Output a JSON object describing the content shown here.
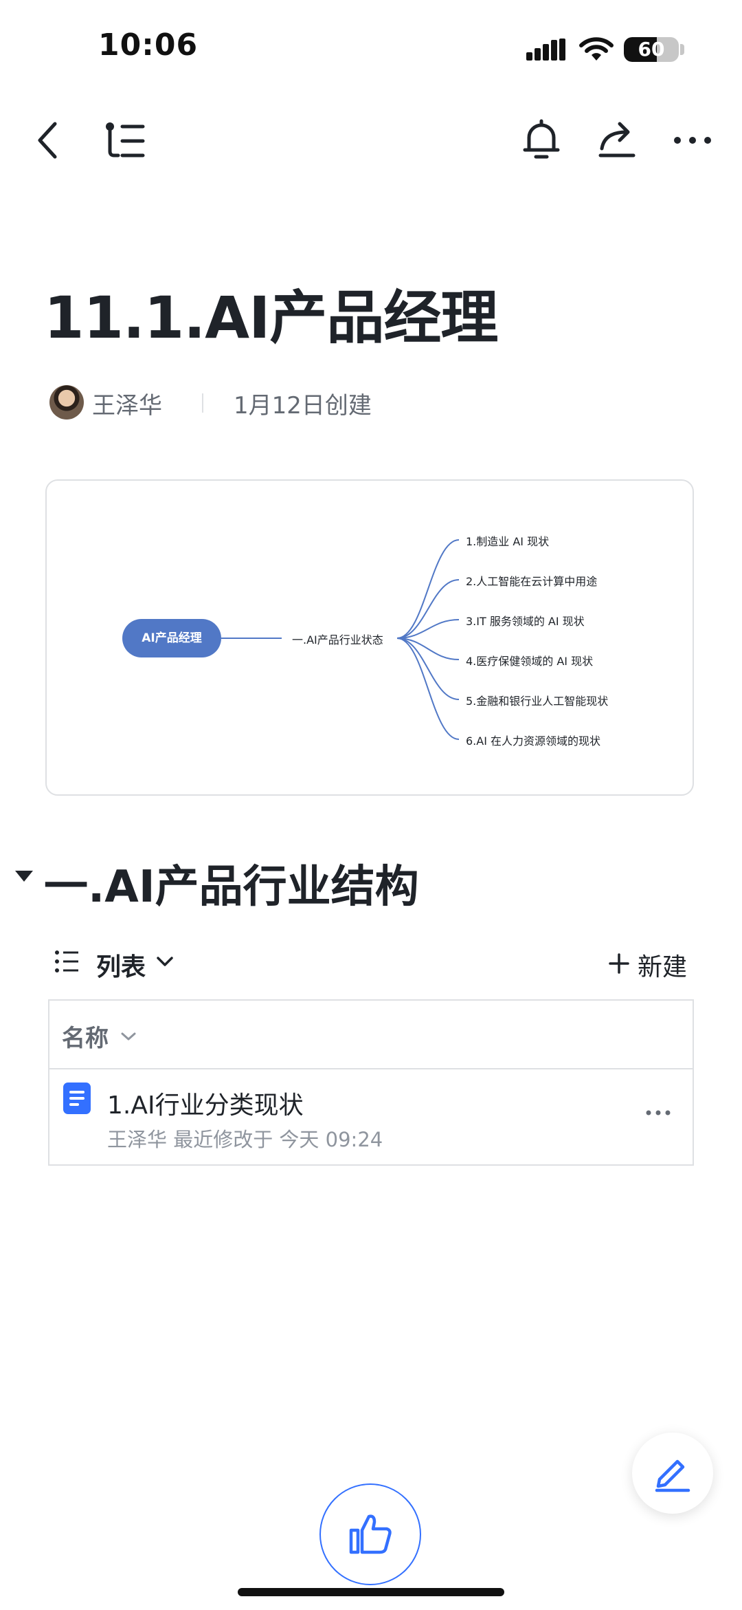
{
  "status_bar": {
    "time": "10:06",
    "battery": "60",
    "battery_level": 0.6
  },
  "nav": {
    "back_icon": "chevron-left-icon",
    "outline_icon": "outline-list-icon",
    "bell_icon": "bell-icon",
    "share_icon": "share-icon",
    "more_icon": "more-horizontal-icon"
  },
  "doc": {
    "title": "11.1.AI产品经理",
    "author": "王泽华",
    "created": "1月12日创建"
  },
  "mindmap": {
    "root": "AI产品经理",
    "branch": "一.AI产品行业状态",
    "leaves": [
      "1.制造业 AI 现状",
      "2.人工智能在云计算中用途",
      "3.IT 服务领域的 AI 现状",
      "4.医疗保健领域的 AI 现状",
      "5.金融和银行业人工智能现状",
      "6.AI 在人力资源领域的现状"
    ]
  },
  "section": {
    "heading": "一.AI产品行业结构"
  },
  "list_view": {
    "view_label": "列表",
    "new_label": "新建",
    "column_header": "名称",
    "rows": [
      {
        "title": "1.AI行业分类现状",
        "subtitle": "王泽华 最近修改于 今天 09:24"
      }
    ]
  },
  "colors": {
    "accent": "#3370ff",
    "mindmap_node": "#5178c6",
    "text_primary": "#1f2329",
    "text_secondary": "#646a73"
  }
}
